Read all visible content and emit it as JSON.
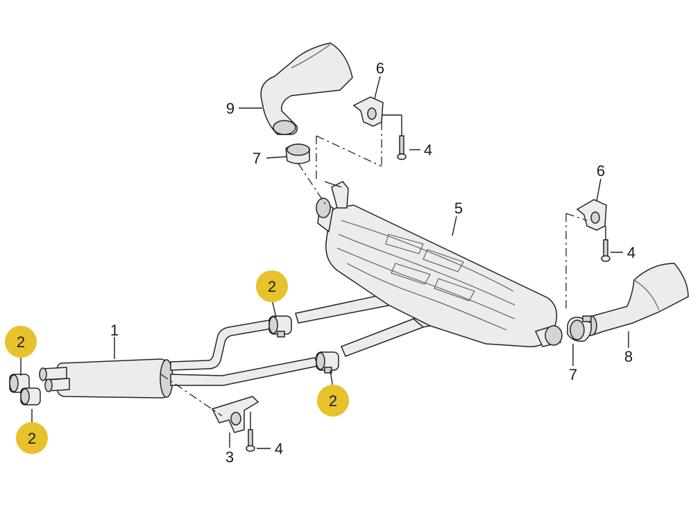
{
  "colors": {
    "highlight": "#e8c22c",
    "stroke": "#222222",
    "part_fill": "#ececec",
    "part_shade": "#d4d4d4"
  },
  "labels": {
    "p1": "1",
    "p2": "2",
    "p3": "3",
    "p4": "4",
    "p5": "5",
    "p6": "6",
    "p7": "7",
    "p8": "8",
    "p9": "9"
  },
  "highlighted_parts": [
    "2"
  ]
}
